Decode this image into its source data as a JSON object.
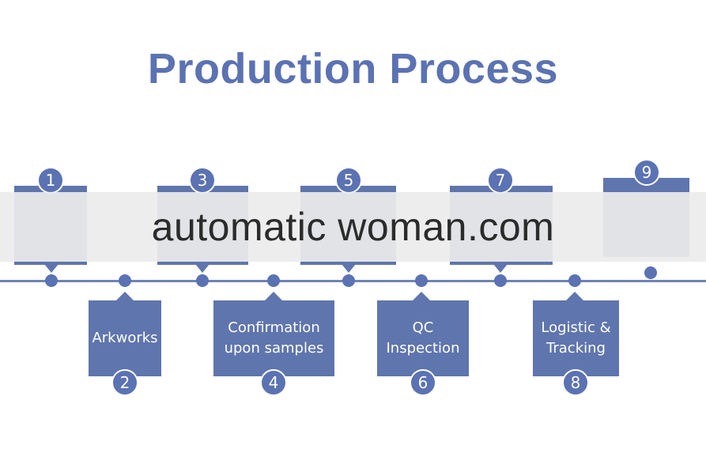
{
  "title": "Production Process",
  "watermark": "automatic woman.com",
  "colors": {
    "primary": "#5b72b3",
    "box": "#5f75ad",
    "line": "#6f83b9"
  },
  "steps": [
    {
      "number": "1",
      "label": ""
    },
    {
      "number": "2",
      "label": "Arkworks"
    },
    {
      "number": "3",
      "label": ""
    },
    {
      "number": "4",
      "label": "Confirmation\nupon samples"
    },
    {
      "number": "5",
      "label": ""
    },
    {
      "number": "6",
      "label": "QC\nInspection"
    },
    {
      "number": "7",
      "label": ""
    },
    {
      "number": "8",
      "label": "Logistic &\nTracking"
    },
    {
      "number": "9",
      "label": ""
    }
  ]
}
